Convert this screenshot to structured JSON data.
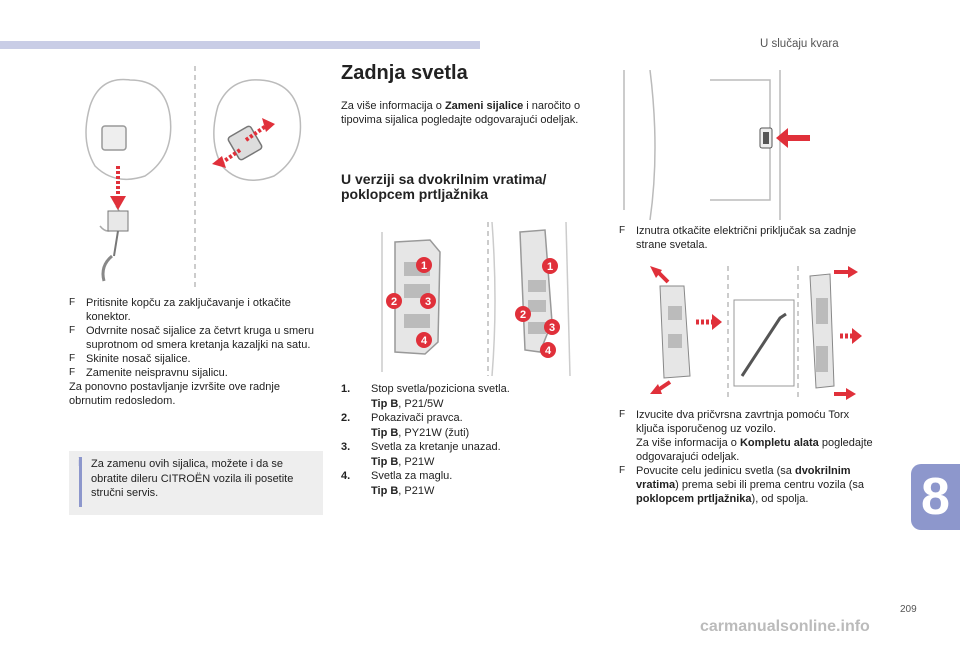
{
  "header": {
    "section": "U slučaju kvara",
    "chapter": "8",
    "page_number": "209"
  },
  "colors": {
    "accent": "#8d97cc",
    "arrow": "#e0303a"
  },
  "left": {
    "bullets": [
      "Pritisnite kopču za zaključavanje i otkačite konektor.",
      "Odvrnite nosač sijalice za četvrt kruga u smeru suprotnom od smera kretanja kazaljki na satu.",
      "Skinite nosač sijalice.",
      "Zamenite neispravnu sijalicu."
    ],
    "after": "Za ponovno postavljanje izvršite ove radnje obrnutim redosledom.",
    "note": "Za zamenu ovih sijalica, možete i da se obratite dileru CITROËN vozila ili posetite stručni servis."
  },
  "middle": {
    "title": "Zadnja svetla",
    "intro_a": "Za više informacija o ",
    "intro_b": "Zameni sijalice",
    "intro_c": " i naročito o tipovima sijalica pogledajte odgovarajući odeljak.",
    "subtitle": "U verziji sa dvokrilnim vratima/ poklopcem prtljažnika",
    "markers": [
      "1",
      "2",
      "3",
      "4"
    ],
    "items": [
      {
        "num": "1.",
        "label": "Stop svetla/poziciona svetla.",
        "tip": "Tip B",
        "bulb": ", P21/5W"
      },
      {
        "num": "2.",
        "label": "Pokazivači pravca.",
        "tip": "Tip B",
        "bulb": ", PY21W (žuti)"
      },
      {
        "num": "3.",
        "label": "Svetla za kretanje unazad.",
        "tip": "Tip B",
        "bulb": ", P21W"
      },
      {
        "num": "4.",
        "label": "Svetla za maglu.",
        "tip": "Tip B",
        "bulb": ", P21W"
      }
    ]
  },
  "right": {
    "step1": "Iznutra otkačite električni priključak sa zadnje strane svetala.",
    "step2_a": "Izvucite dva pričvrsna zavrtnja pomoću Torx ključa isporučenog uz vozilo.",
    "step2_b": "Za više informacija o ",
    "step2_c": "Kompletu alata",
    "step2_d": " pogledajte odgovarajući odeljak.",
    "step3_a": "Povucite celu jedinicu svetla (sa ",
    "step3_b": "dvokrilnim vratima",
    "step3_c": ") prema sebi ili prema centru vozila (sa ",
    "step3_d": "poklopcem prtljažnika",
    "step3_e": "), od spolja."
  },
  "bullet_marker": "F",
  "note_icon": "i",
  "watermark": "carmanualsonline.info"
}
